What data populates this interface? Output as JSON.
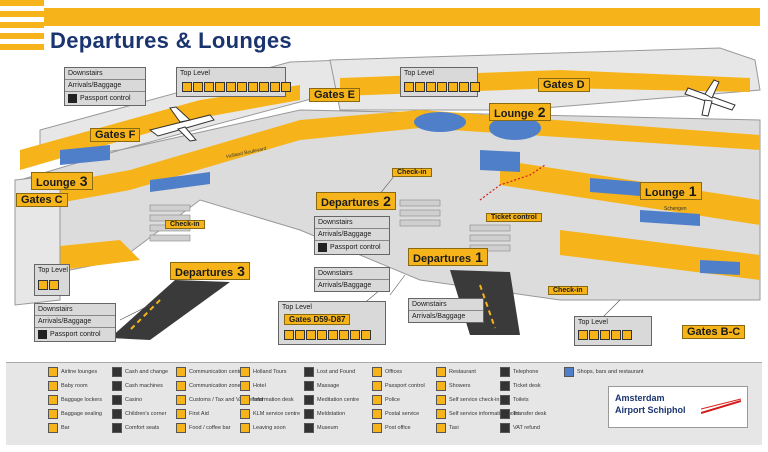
{
  "title": "Departures & Lounges",
  "colors": {
    "accent": "#f6b41a",
    "title": "#1a3470",
    "blue": "#4f7fc9",
    "floor": "#dcdcdc"
  },
  "gates": {
    "e": {
      "label": "Gates E"
    },
    "d": {
      "label": "Gates D"
    },
    "f": {
      "label": "Gates F"
    },
    "c": {
      "label": "Gates C"
    },
    "bc": {
      "label": "Gates B-C"
    }
  },
  "lounges": {
    "l1": {
      "label": "Lounge",
      "num": "1",
      "sub": "Schengen"
    },
    "l2": {
      "label": "Lounge",
      "num": "2"
    },
    "l3": {
      "label": "Lounge",
      "num": "3"
    }
  },
  "departures": {
    "d1": {
      "label": "Departures",
      "num": "1"
    },
    "d2": {
      "label": "Departures",
      "num": "2"
    },
    "d3": {
      "label": "Departures",
      "num": "3"
    }
  },
  "boxes": {
    "nw": {
      "downstairs": "Downstairs",
      "arrivals": "Arrivals/Baggage",
      "passport": "Passport control"
    },
    "mid": {
      "downstairs": "Downstairs",
      "arrivals": "Arrivals/Baggage",
      "passport": "Passport control"
    },
    "mid2": {
      "downstairs": "Downstairs",
      "arrivals": "Arrivals/Baggage"
    },
    "right": {
      "downstairs": "Downstairs",
      "arrivals": "Arrivals/Baggage"
    },
    "sw": {
      "downstairs": "Downstairs",
      "arrivals": "Arrivals/Baggage",
      "passport": "Passport control"
    }
  },
  "toplevels": {
    "t1": {
      "label": "Top Level"
    },
    "t2": {
      "label": "Top Level"
    },
    "t3": {
      "label": "Top Level"
    },
    "t4": {
      "label": "Top Level"
    },
    "t5": {
      "label": "Top Level",
      "gates": "Gates D59-D87"
    }
  },
  "callouts": {
    "checkin1": "Check-in",
    "checkin2": "Check-in",
    "checkin3": "Check-in",
    "ticket": "Ticket control",
    "boulevard": "Holland Boulevard"
  },
  "legend": [
    "Airline lounges",
    "Baby room",
    "Baggage lockers",
    "Baggage sealing",
    "Bar",
    "Cash and change",
    "Cash machines",
    "Casino",
    "Children's corner",
    "Comfort seats",
    "Communication centre",
    "Communication zone",
    "Customs / Tax and VAT refund",
    "First Aid",
    "Food / coffee bar",
    "Holland Tours",
    "Hotel",
    "Information desk",
    "KLM service centre",
    "Leaving soon",
    "Lost and Found",
    "Massage",
    "Meditation centre",
    "Meldstation",
    "Museum",
    "Offices",
    "Passport control",
    "Police",
    "Postal service",
    "Post office",
    "Restaurant",
    "Showers",
    "Self service check-in",
    "Self service information point",
    "Taxi",
    "Telephone",
    "Ticket desk",
    "Toilets",
    "Transfer desk",
    "VAT refund",
    "Shops, bars and restaurant"
  ],
  "logo": {
    "line1": "Amsterdam",
    "line2": "Airport Schiphol"
  }
}
